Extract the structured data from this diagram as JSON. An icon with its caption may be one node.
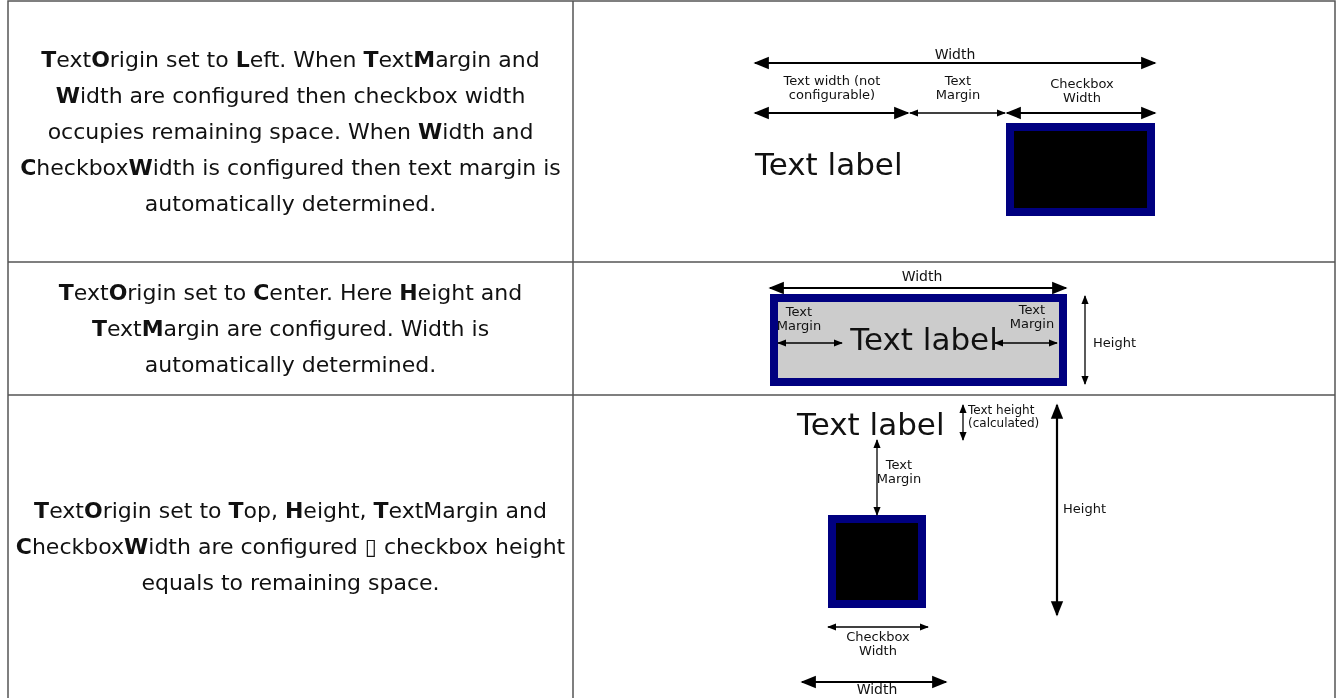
{
  "diagram": {
    "labels": [
      "**T**ext**O**rigin set to **L**eft. When **T**ext**M**argin and **W**idth are configured then checkbox width occupies remaining space. When **W**idth and **C**heckbox**W**idth is configured then text margin is automatically determined.",
      "Width",
      "Text width (not configurable)",
      "Text Margin",
      "Checkbox Width",
      "Text label",
      "**T**ext**O**rigin set to **C**enter. Here **H**eight and **T**ext**M**argin are configured. Width is automatically determined.",
      "Width",
      "Text Margin",
      "Text label",
      "Text Margin",
      "Height",
      "**T**ext**O**rigin set to **T**op, **H**eight, **T**extMargin and **C**heckbox**W**idth are configured ▯ checkbox height equals to remaining space.",
      "Text label",
      "Text height (calculated)",
      "Text Margin",
      "Height",
      "Checkbox Width",
      "Width"
    ]
  }
}
